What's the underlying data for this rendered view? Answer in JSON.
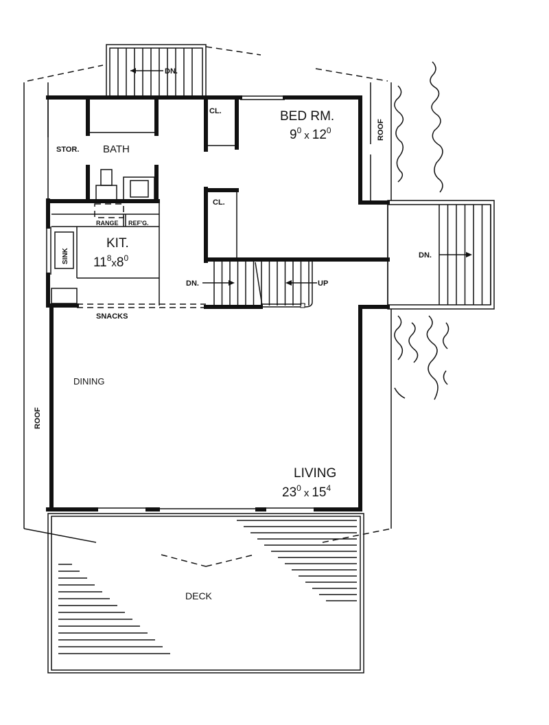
{
  "plan": {
    "top_stair_label": "DN.",
    "closet_upper": "CL.",
    "closet_lower": "CL.",
    "bedroom": {
      "name": "BED RM.",
      "w": "9",
      "w_in": "0",
      "x": "x",
      "d": "12",
      "d_in": "0"
    },
    "roof_right": "ROOF",
    "roof_left": "ROOF",
    "storage": "STOR.",
    "bath": "BATH",
    "range": "RANGE",
    "refrigerator": "REF'G.",
    "sink": "SINK",
    "kitchen": {
      "name": "KIT.",
      "w": "11",
      "w_in": "8",
      "x": "x",
      "d": "8",
      "d_in": "0"
    },
    "stair_down": "DN.",
    "stair_up": "UP",
    "side_stair_label": "DN.",
    "snacks": "SNACKS",
    "dining": "DINING",
    "living": {
      "name": "LIVING",
      "w": "23",
      "w_in": "0",
      "x": "x",
      "d": "15",
      "d_in": "4"
    },
    "deck": "DECK"
  }
}
